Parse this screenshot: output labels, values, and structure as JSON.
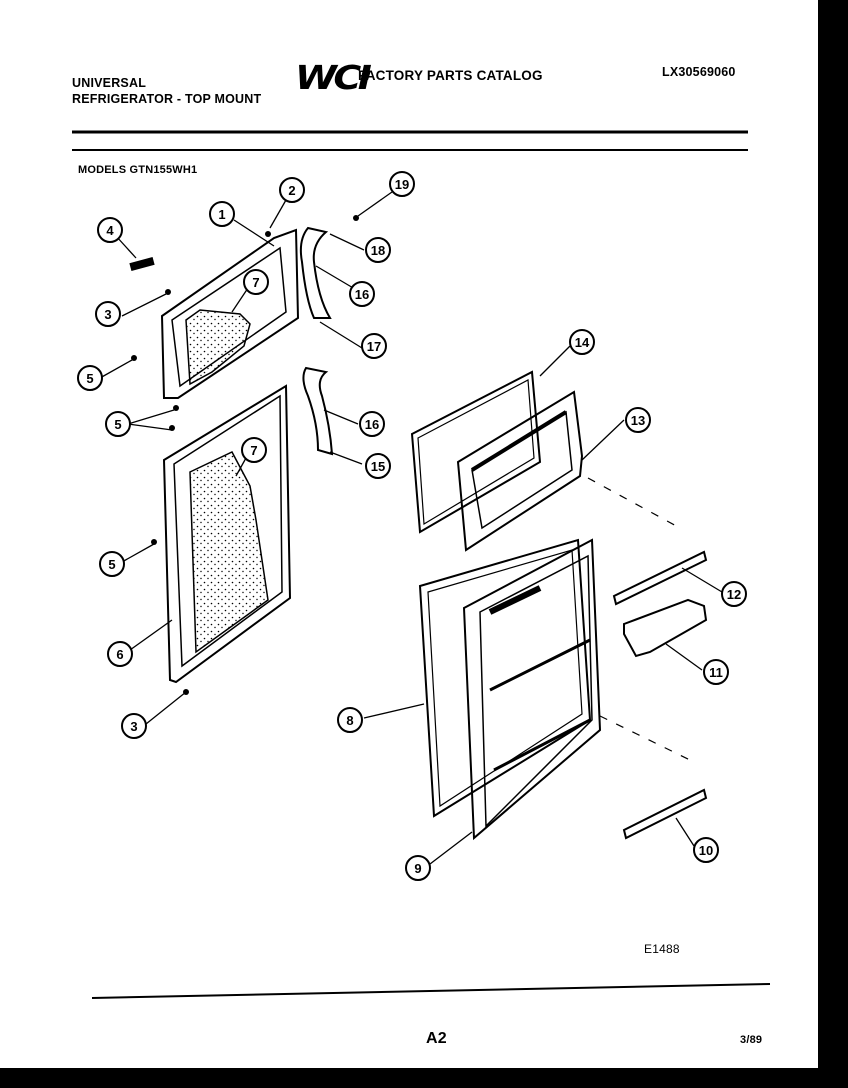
{
  "header": {
    "brand_line1": "UNIVERSAL",
    "brand_line2": "REFRIGERATOR - TOP MOUNT",
    "logo_text": "WCI",
    "catalog_title": "FACTORY PARTS CATALOG",
    "catalog_code": "LX30569060",
    "models": "MODELS GTN155WH1"
  },
  "diagram": {
    "figure_code": "E1488",
    "callouts": [
      "1",
      "2",
      "3",
      "4",
      "5",
      "6",
      "7",
      "8",
      "9",
      "10",
      "11",
      "12",
      "13",
      "14",
      "15",
      "16",
      "17",
      "18",
      "19"
    ]
  },
  "footer": {
    "page": "A2",
    "date": "3/89"
  }
}
